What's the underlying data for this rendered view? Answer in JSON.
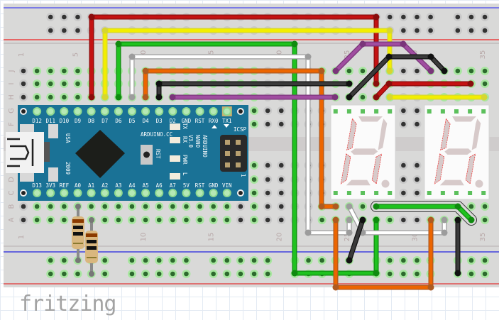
{
  "breadboard": {
    "column_labels": [
      "1",
      "5",
      "10",
      "15",
      "20",
      "25",
      "30",
      "35"
    ],
    "row_labels_top": [
      "J",
      "I",
      "H",
      "G",
      "F"
    ],
    "row_labels_bottom": [
      "E",
      "D",
      "C",
      "B",
      "A"
    ]
  },
  "arduino": {
    "top_pins": [
      "D12",
      "D11",
      "D10",
      "D9",
      "D8",
      "D7",
      "D6",
      "D5",
      "D4",
      "D3",
      "D2",
      "GND",
      "RST",
      "RX0",
      "TX1"
    ],
    "bottom_pins": [
      "D13",
      "3V3",
      "REF",
      "A0",
      "A1",
      "A2",
      "A3",
      "A4",
      "A5",
      "A6",
      "A7",
      "5V",
      "RST",
      "GND",
      "VIN"
    ],
    "brand": "ARDUINO.CC",
    "model_lines": [
      "ARDUINO",
      "NANO",
      "V3.0"
    ],
    "icsp": "ICSP",
    "icsp_pin": "1",
    "origin": "USA",
    "year": "2009",
    "reset_label": "RST",
    "led_labels": [
      "TX",
      "RX",
      "PWR",
      "L"
    ],
    "board_color": "#1a7296"
  },
  "displays": [
    {
      "digit": "8."
    },
    {
      "digit": "8."
    }
  ],
  "wire_colors": {
    "red": "#c41212",
    "yellow": "#f2ee00",
    "green": "#1fc21f",
    "white": "#ffffff",
    "orange": "#ec6500",
    "black": "#3a3a3a",
    "purple": "#a04da0",
    "resistor_lead": "#8a8a8a"
  },
  "logo": {
    "text": "fritzing"
  }
}
